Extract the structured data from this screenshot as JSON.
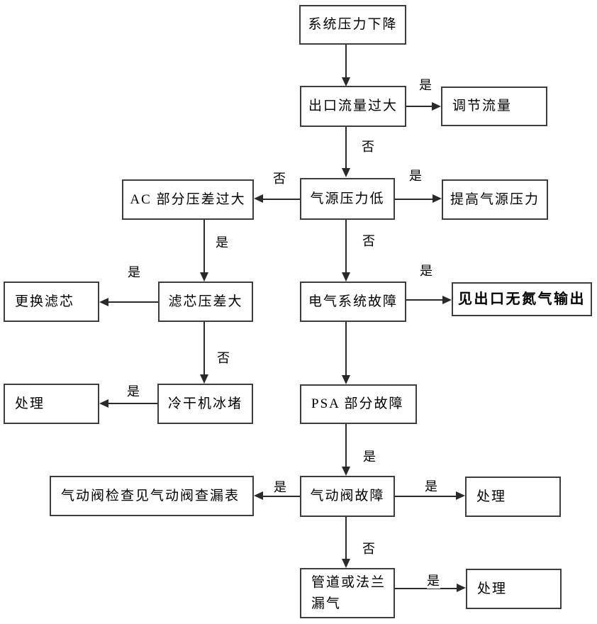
{
  "diagram": {
    "type": "flowchart",
    "colors": {
      "background": "#ffffff",
      "border": "#3d3d3d",
      "line": "#2a2a2a",
      "text": "#000000"
    },
    "nodes": {
      "system_pressure_drop": "系统压力下降",
      "outlet_flow_high": "出口流量过大",
      "adjust_flow": "调节流量",
      "ac_section_dp_high": "AC 部分压差过大",
      "air_source_pressure_low": "气源压力低",
      "raise_air_source_pressure": "提高气源压力",
      "filter_dp_high": "滤芯压差大",
      "replace_filter": "更换滤芯",
      "dryer_ice_block": "冷干机冰堵",
      "handle_dryer": "处理",
      "electrical_fault": "电气系统故障",
      "see_no_nitrogen_output": "见出口无氮气输出",
      "psa_fault": "PSA 部分故障",
      "pneumatic_valve_fault": "气动阀故障",
      "valve_check_table": "气动阀检查见气动阀查漏表",
      "handle_valve": "处理",
      "pipe_flange_leak": "管道或法兰漏气",
      "handle_leak": "处理"
    },
    "labels": {
      "yes": "是",
      "no": "否"
    },
    "edges": [
      {
        "from": "system_pressure_drop",
        "to": "outlet_flow_high",
        "label": ""
      },
      {
        "from": "outlet_flow_high",
        "to": "adjust_flow",
        "label": "是"
      },
      {
        "from": "outlet_flow_high",
        "to": "air_source_pressure_low",
        "label": "否"
      },
      {
        "from": "air_source_pressure_low",
        "to": "raise_air_source_pressure",
        "label": "是"
      },
      {
        "from": "air_source_pressure_low",
        "to": "ac_section_dp_high",
        "label": "否"
      },
      {
        "from": "air_source_pressure_low",
        "to": "electrical_fault",
        "label": "否"
      },
      {
        "from": "ac_section_dp_high",
        "to": "filter_dp_high",
        "label": "是"
      },
      {
        "from": "filter_dp_high",
        "to": "replace_filter",
        "label": "是"
      },
      {
        "from": "filter_dp_high",
        "to": "dryer_ice_block",
        "label": "否"
      },
      {
        "from": "dryer_ice_block",
        "to": "handle_dryer",
        "label": "是"
      },
      {
        "from": "electrical_fault",
        "to": "see_no_nitrogen_output",
        "label": "是"
      },
      {
        "from": "electrical_fault",
        "to": "psa_fault",
        "label": ""
      },
      {
        "from": "psa_fault",
        "to": "pneumatic_valve_fault",
        "label": "是"
      },
      {
        "from": "pneumatic_valve_fault",
        "to": "valve_check_table",
        "label": "是"
      },
      {
        "from": "pneumatic_valve_fault",
        "to": "handle_valve",
        "label": "是"
      },
      {
        "from": "pneumatic_valve_fault",
        "to": "pipe_flange_leak",
        "label": "否"
      },
      {
        "from": "pipe_flange_leak",
        "to": "handle_leak",
        "label": "是"
      }
    ]
  }
}
